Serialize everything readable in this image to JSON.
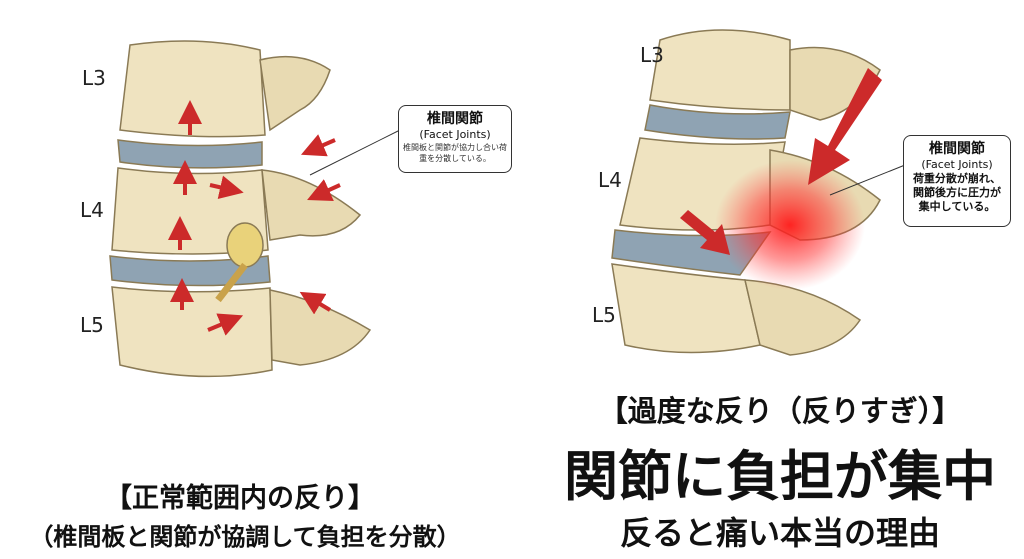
{
  "left_panel": {
    "levels": [
      "L3",
      "L4",
      "L5"
    ],
    "callout": {
      "title": "椎間関節",
      "subtitle": "(Facet Joints)",
      "description": "椎間板と関節が協力し合い荷重を分散している。"
    },
    "caption_title": "【正常範囲内の反り】",
    "caption_sub": "（椎間板と関節が協調して負担を分散）"
  },
  "right_panel": {
    "levels": [
      "L3",
      "L4",
      "L5"
    ],
    "callout": {
      "title": "椎間関節",
      "subtitle": "(Facet Joints)",
      "description": "荷重分散が崩れ、関節後方に圧力が集中している。"
    },
    "caption_title": "【過度な反り（反りすぎ）】",
    "headline": "関節に負担が集中",
    "subheadline": "反ると痛い本当の理由"
  },
  "colors": {
    "bone": "#efe3c0",
    "bone_shadow": "#c9b98c",
    "disc": "#8fa3b3",
    "arrow": "#cc2a2a",
    "pain_glow": "#ff2020"
  }
}
